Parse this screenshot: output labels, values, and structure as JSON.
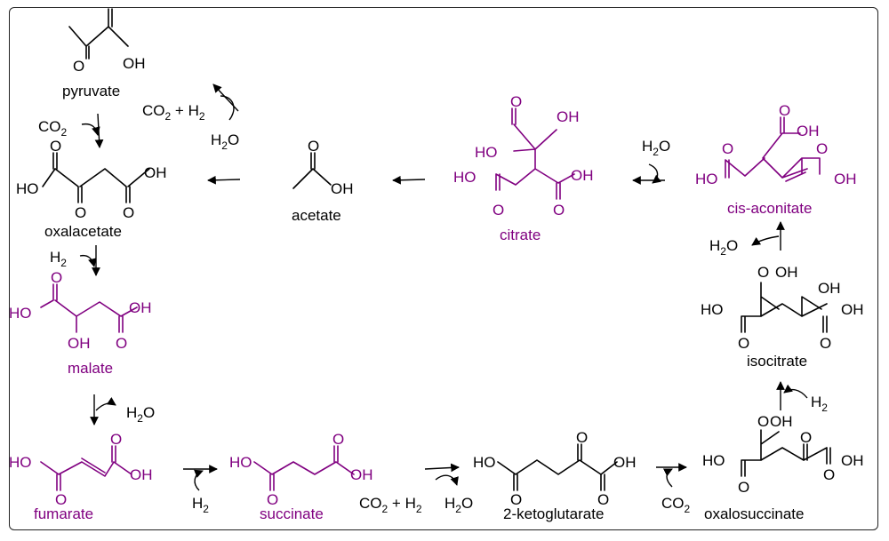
{
  "colors": {
    "highlight": "#800080",
    "default": "#000000",
    "frame": "#222222"
  },
  "molecules": {
    "pyruvate": {
      "name": "pyruvate",
      "O": "O",
      "OH": "OH"
    },
    "oxalacetate": {
      "name": "oxalacetate",
      "HO": "HO",
      "O": "O",
      "OH": "OH"
    },
    "malate": {
      "name": "malate",
      "HO": "HO",
      "O": "O",
      "OH": "OH"
    },
    "fumarate": {
      "name": "fumarate",
      "HO": "HO",
      "O": "O",
      "OH": "OH"
    },
    "succinate": {
      "name": "succinate",
      "HO": "HO",
      "O": "O",
      "OH": "OH"
    },
    "ketoglutarate": {
      "name": "2-ketoglutarate",
      "HO": "HO",
      "O": "O",
      "OH": "OH"
    },
    "oxalosuccinate": {
      "name": "oxalosuccinate",
      "HO": "HO",
      "O": "O",
      "OH": "OH"
    },
    "isocitrate": {
      "name": "isocitrate",
      "HO": "HO",
      "O": "O",
      "OH": "OH"
    },
    "cisaconitate": {
      "name": "cis-aconitate",
      "HO": "HO",
      "O": "O",
      "OH": "OH"
    },
    "citrate": {
      "name": "citrate",
      "HO": "HO",
      "O": "O",
      "OH": "OH"
    },
    "acetate": {
      "name": "acetate",
      "O": "O",
      "OH": "OH"
    }
  },
  "reagents": {
    "co2": "CO",
    "h2": "H",
    "h2o": "H",
    "o": "O",
    "sub2": "2",
    "plus": "+"
  }
}
